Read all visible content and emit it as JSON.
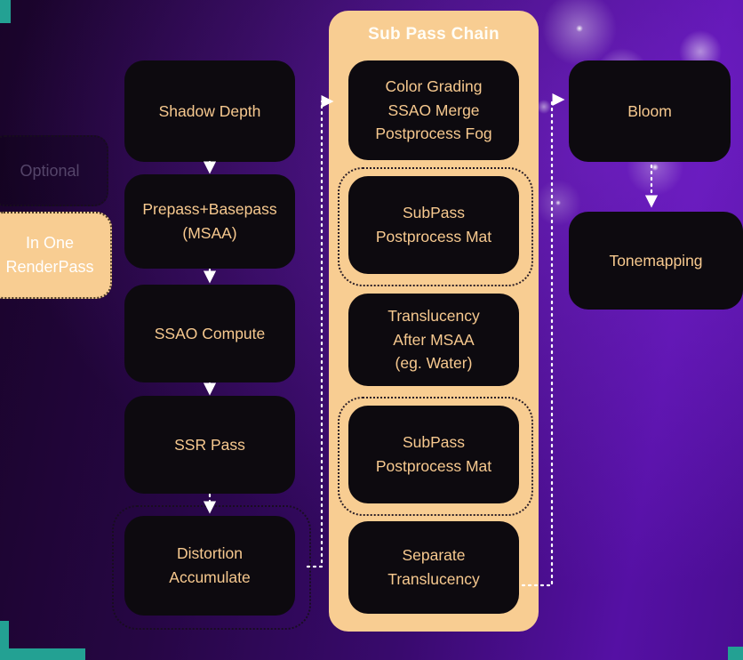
{
  "colors": {
    "accent_orange": "#f8cd92",
    "node_background": "#0d0a0f",
    "node_text": "#f7c98f",
    "background_purple_dark": "#260644",
    "background_purple_bright": "#5510a4",
    "arrow_white": "#ffffff"
  },
  "legend": {
    "optional_label": "Optional",
    "in_one_renderpass_label": "In One\nRenderPass"
  },
  "left_column": {
    "nodes": [
      {
        "label": "Shadow Depth",
        "optional": false
      },
      {
        "label": "Prepass+Basepass\n(MSAA)",
        "optional": false
      },
      {
        "label": "SSAO Compute",
        "optional": false
      },
      {
        "label": "SSR Pass",
        "optional": false
      },
      {
        "label": "Distortion\nAccumulate",
        "optional": true
      }
    ]
  },
  "subpass_chain": {
    "title": "Sub Pass Chain",
    "nodes": [
      {
        "label": "Color Grading\nSSAO Merge\nPostprocess Fog",
        "optional": false
      },
      {
        "label": "SubPass\nPostprocess Mat",
        "optional": true
      },
      {
        "label": "Translucency\nAfter MSAA\n(eg. Water)",
        "optional": false
      },
      {
        "label": "SubPass\nPostprocess Mat",
        "optional": true
      },
      {
        "label": "Separate\nTranslucency",
        "optional": false
      }
    ]
  },
  "right_column": {
    "nodes": [
      {
        "label": "Bloom"
      },
      {
        "label": "Tonemapping"
      }
    ]
  }
}
